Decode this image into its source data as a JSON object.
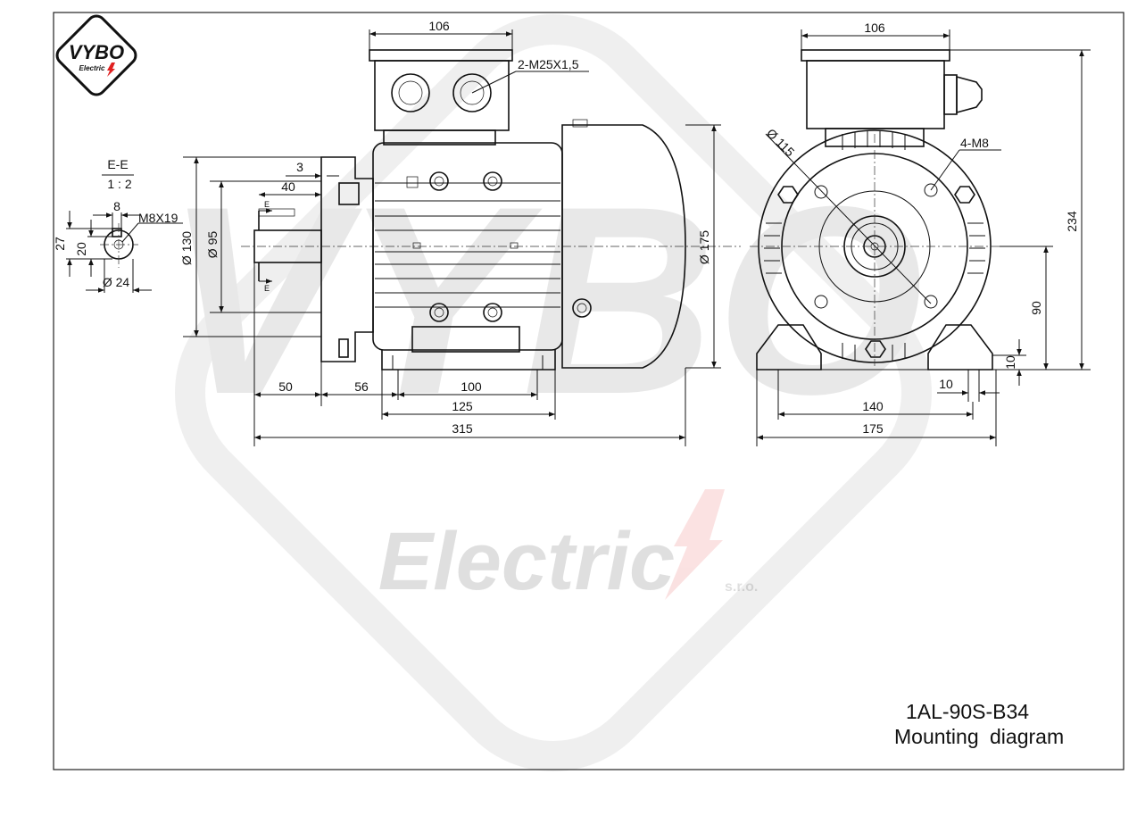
{
  "brand": {
    "logo_text": "VYBO",
    "logo_sub": "Electric",
    "watermark_text": "VYBO",
    "watermark_sub": "Electric",
    "watermark_suffix": "s.r.o.",
    "accent": "#e02020"
  },
  "title_block": {
    "model": "1AL-90S-B34",
    "caption": "Mounting diagram"
  },
  "section_view": {
    "label": "E-E",
    "scale": "1 : 2",
    "dims": {
      "key_width": "8",
      "thread": "M8X19",
      "d27": "27",
      "d20": "20",
      "shaft_dia": "Ø 24"
    }
  },
  "side_view": {
    "dims": {
      "terminal_width": "106",
      "cable_gland": "2-M25X1,5",
      "d3": "3",
      "d40": "40",
      "flange_130": "Ø 130",
      "spigot_95": "Ø 95",
      "fan_cover_175": "Ø 175",
      "shaft_50": "50",
      "d56": "56",
      "feet_100": "100",
      "feet_125": "125",
      "overall_315": "315",
      "section_mark": "E"
    }
  },
  "end_view": {
    "dims": {
      "terminal_width": "106",
      "pcd_115": "Ø 115",
      "holes": "4-M8",
      "height_234": "234",
      "shaft_height_90": "90",
      "foot_10": "10",
      "foot_thickness_10": "10",
      "feet_140": "140",
      "width_175": "175"
    }
  }
}
